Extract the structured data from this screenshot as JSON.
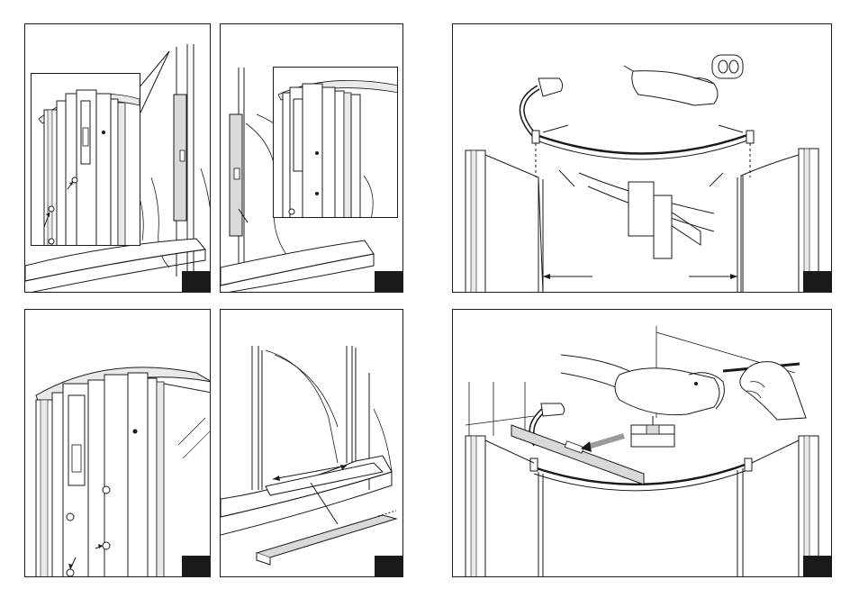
{
  "page": {
    "background": "#ffffff",
    "line_color": "#1a1a1a",
    "glass_color": "#e9e9e9",
    "part_color": "#d9d9d9",
    "badge_color": "#1a1a1a"
  },
  "panels": [
    {
      "id": "p1",
      "subject": "corner-post-inset",
      "badge_text": ""
    },
    {
      "id": "p2",
      "subject": "side-profile-inset",
      "badge_text": ""
    },
    {
      "id": "p3",
      "subject": "curved-rail-connector",
      "badge_text": ""
    },
    {
      "id": "p4",
      "subject": "post-closeup",
      "badge_text": ""
    },
    {
      "id": "p5",
      "subject": "bottom-seal",
      "badge_text": ""
    },
    {
      "id": "p6",
      "subject": "level-and-mark",
      "badge_text": ""
    }
  ]
}
